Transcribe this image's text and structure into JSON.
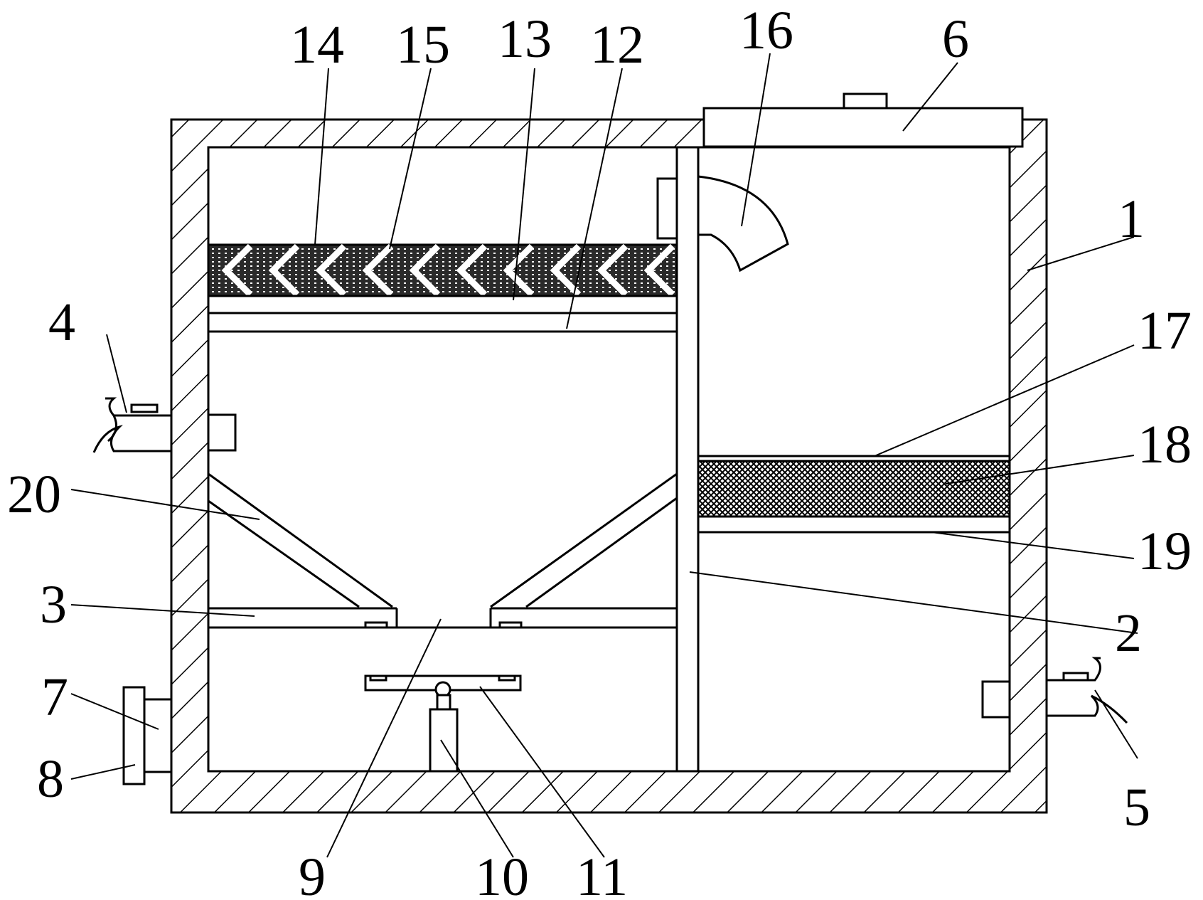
{
  "figure": {
    "labels": [
      "1",
      "2",
      "3",
      "4",
      "5",
      "6",
      "7",
      "8",
      "9",
      "10",
      "11",
      "12",
      "13",
      "14",
      "15",
      "16",
      "17",
      "18",
      "19",
      "20"
    ]
  },
  "colors": {
    "line": "#000000",
    "background": "#ffffff"
  }
}
